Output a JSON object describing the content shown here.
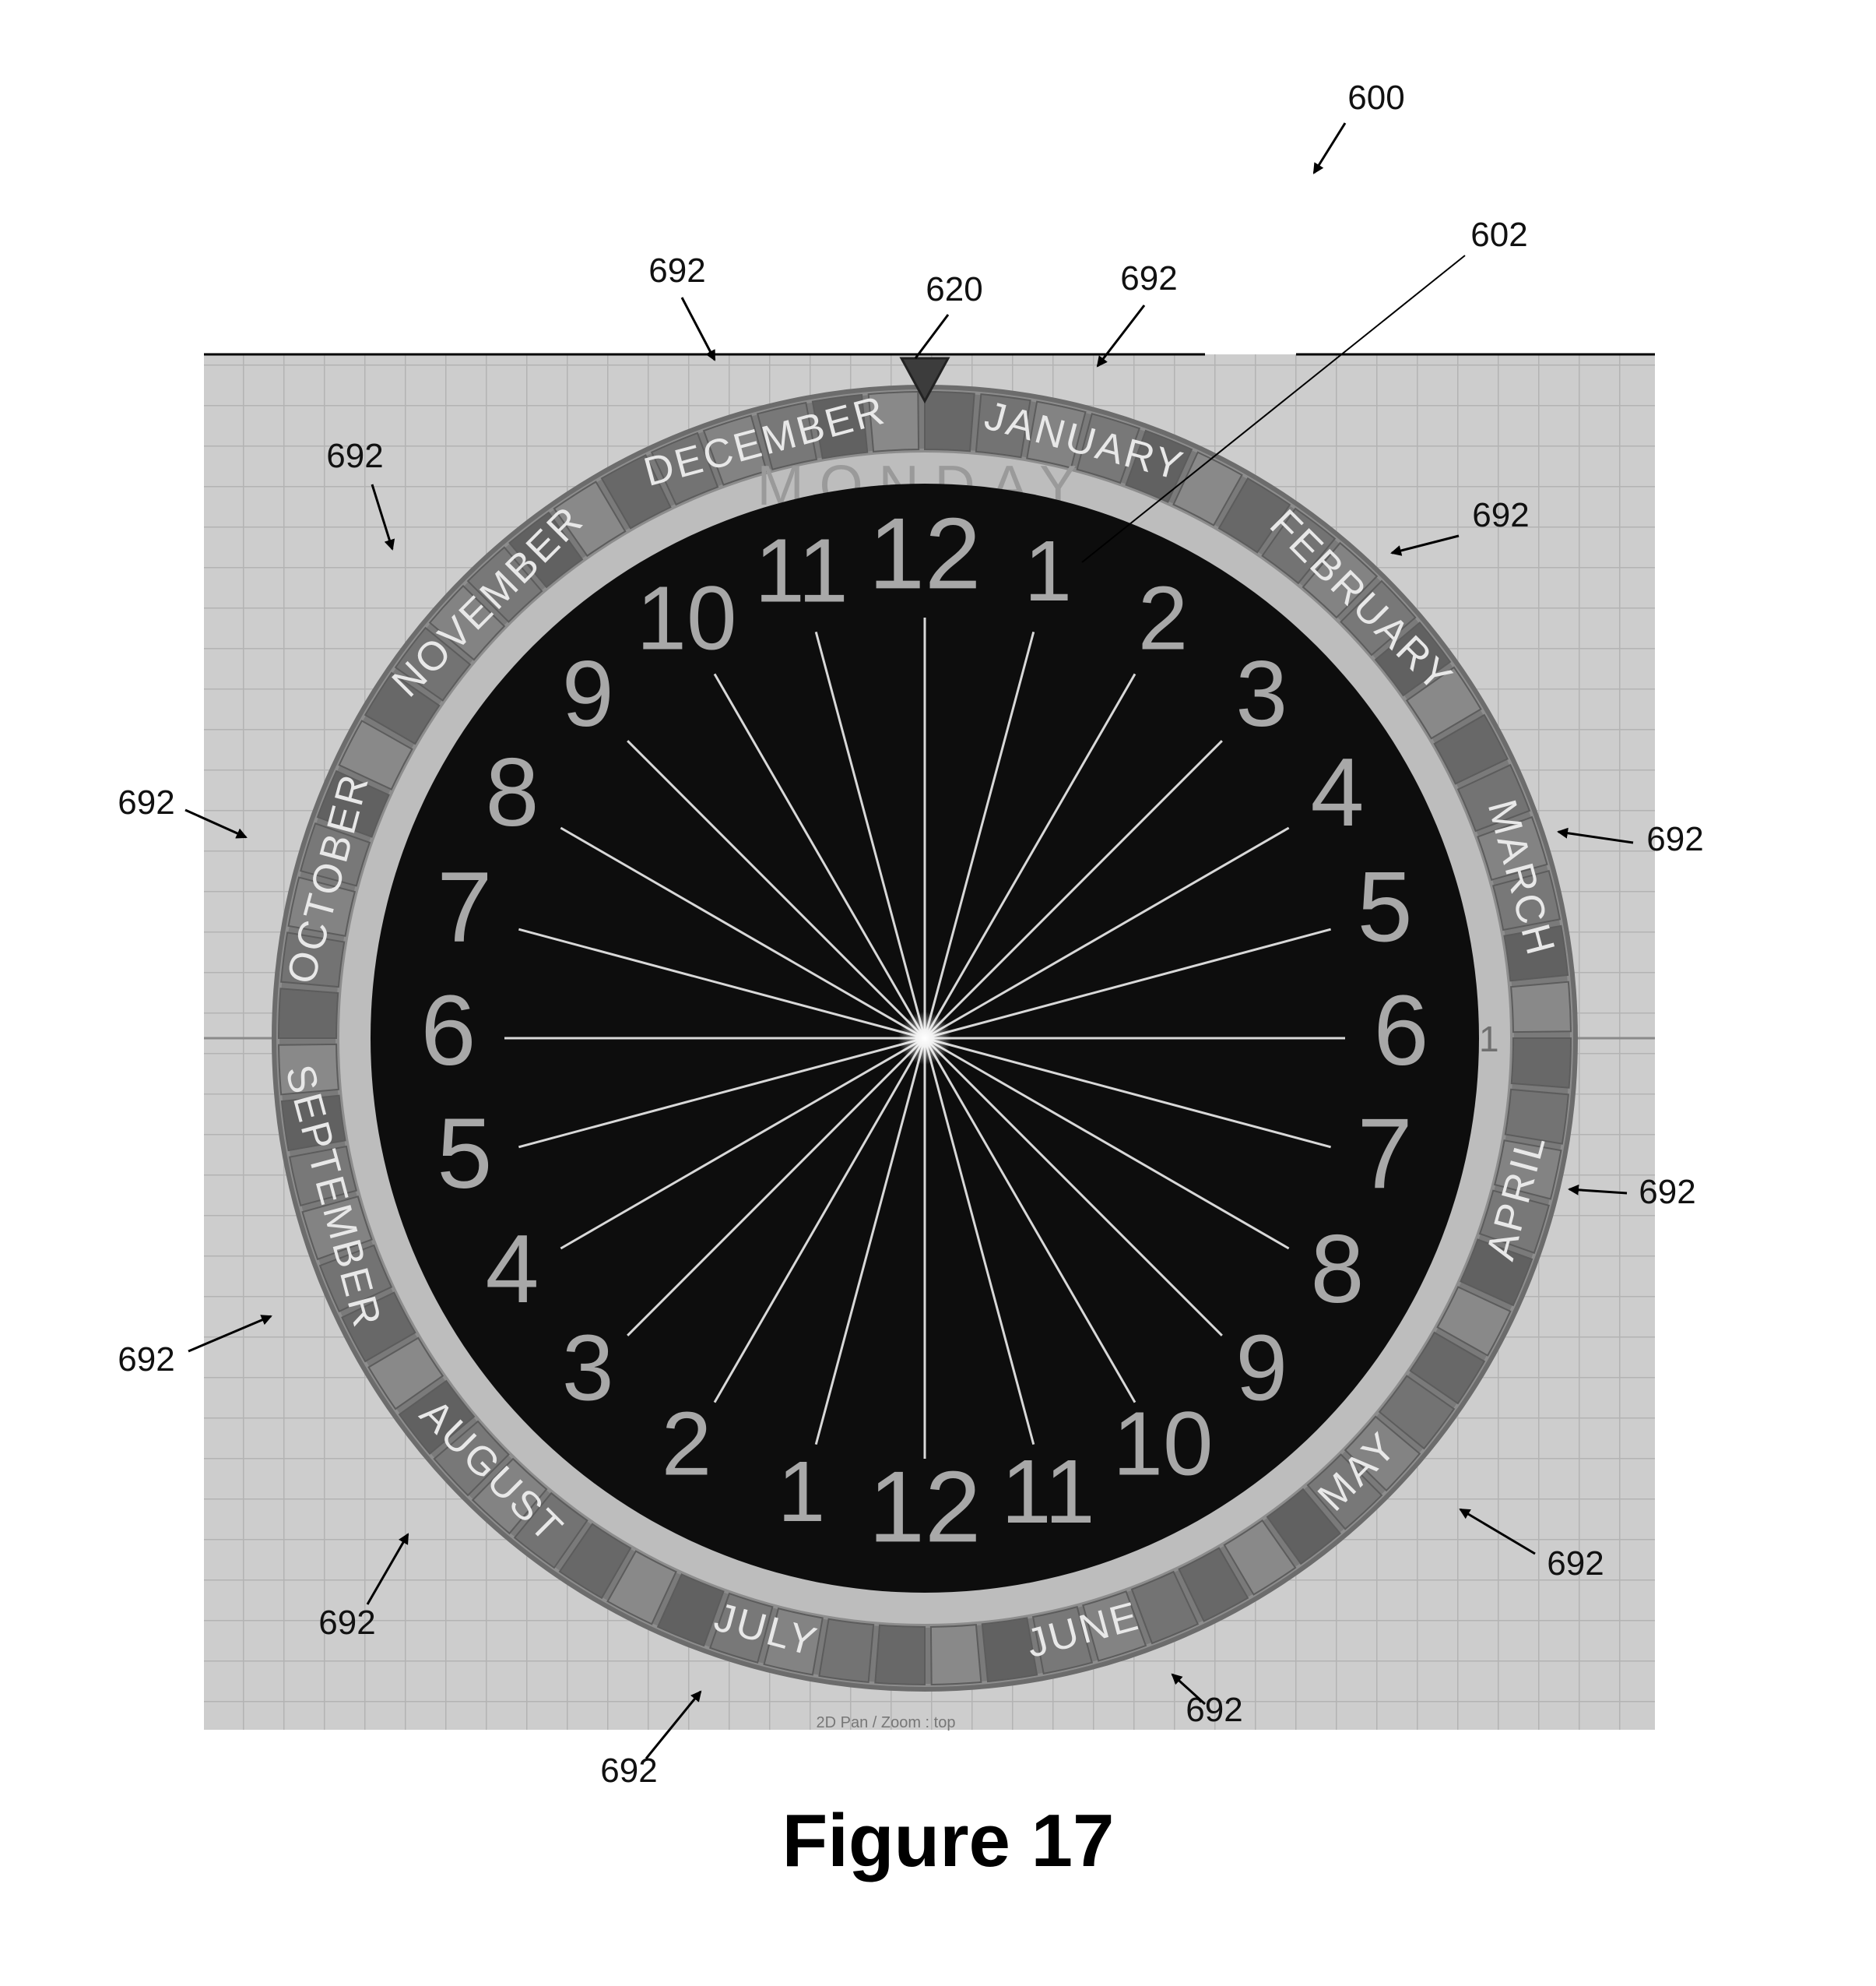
{
  "figure_label": "Figure 17",
  "ref_numerals": {
    "device": "600",
    "clock_face": "602",
    "indicator": "620",
    "month_segment": "692"
  },
  "day_label": "MONDAY",
  "months": [
    "JANUARY",
    "FEBRUARY",
    "MARCH",
    "APRIL",
    "MAY",
    "JUNE",
    "JULY",
    "AUGUST",
    "SEPTEMBER",
    "OCTOBER",
    "NOVEMBER",
    "DECEMBER"
  ],
  "hours_right": [
    "1",
    "2",
    "3",
    "4",
    "5",
    "6",
    "7",
    "8",
    "9",
    "10",
    "11",
    "12"
  ],
  "hours_left": [
    "1",
    "2",
    "3",
    "4",
    "5",
    "6",
    "7",
    "8",
    "9",
    "10",
    "11",
    "12"
  ],
  "ring_marker": "1",
  "viewport_caption": "2D Pan / Zoom : top",
  "colors": {
    "background_grid": "#cfcfcf",
    "face": "#0d0d0d",
    "ring": "#8a8a8a",
    "hour_numerals": "#a8a8a8"
  }
}
